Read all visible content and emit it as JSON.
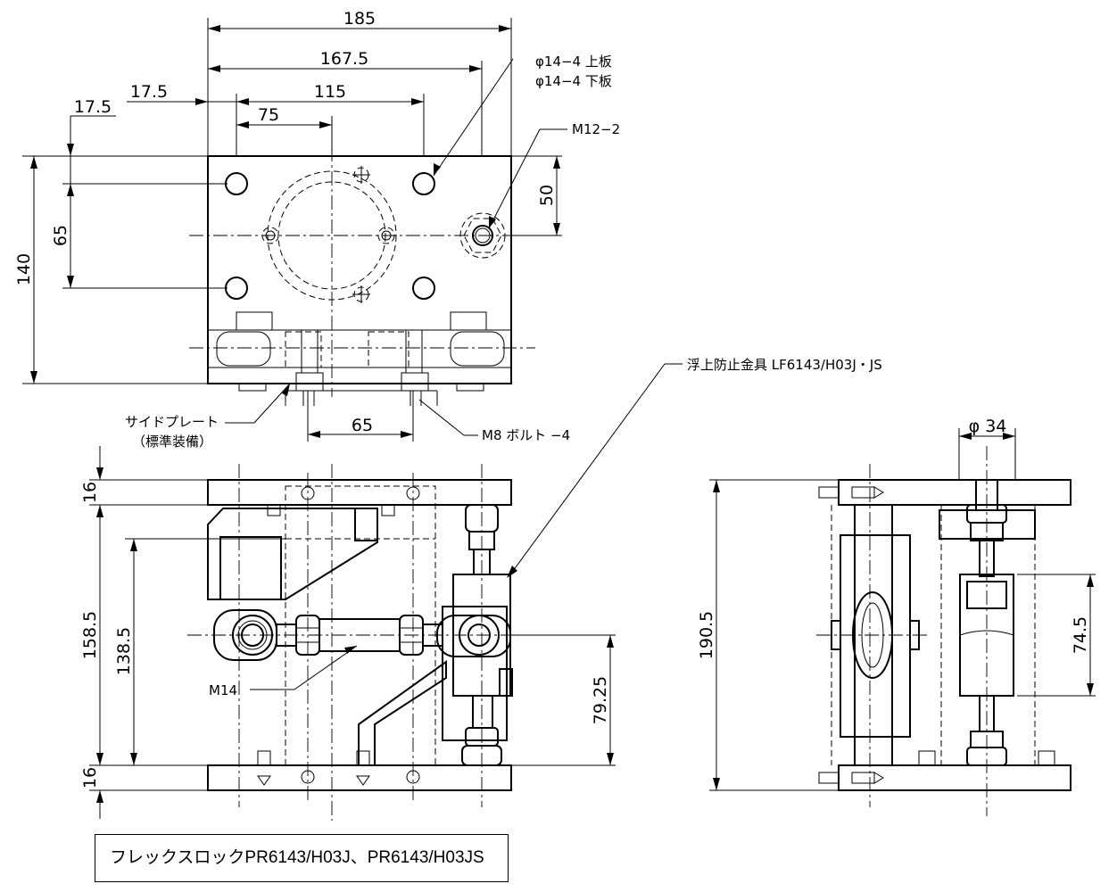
{
  "title": "フレックスロックPR6143/H03J、PR6143/H03JS",
  "dimensions": {
    "top_width": "185",
    "hole_pitch_outer": "167.5",
    "hole_pitch_mid": "115",
    "half_width": "75",
    "offset_left": "17.5",
    "offset_top": "17.5",
    "hole_pitch_vertical": "65",
    "plate_depth": "140",
    "bolt_offset": "50",
    "bolt_spacing": "65",
    "plate_thickness_top": "16",
    "plate_thickness_bottom": "16",
    "overall_height_front": "158.5",
    "inner_height_front": "138.5",
    "center_height": "79.25",
    "diameter_34": "φ 34",
    "overall_height_side": "190.5",
    "inner_height_side": "74.5"
  },
  "notes": {
    "holes_upper": "φ14−4 上板",
    "holes_lower": "φ14−4 下板",
    "thread_m12": "M12−2",
    "side_plate_line1": "サイドプレート",
    "side_plate_line2": "（標準装備）",
    "m8_bolt": "M8 ボルト −4",
    "anti_lift": "浮上防止金具 LF6143/H03J・JS",
    "m14": "M14"
  }
}
